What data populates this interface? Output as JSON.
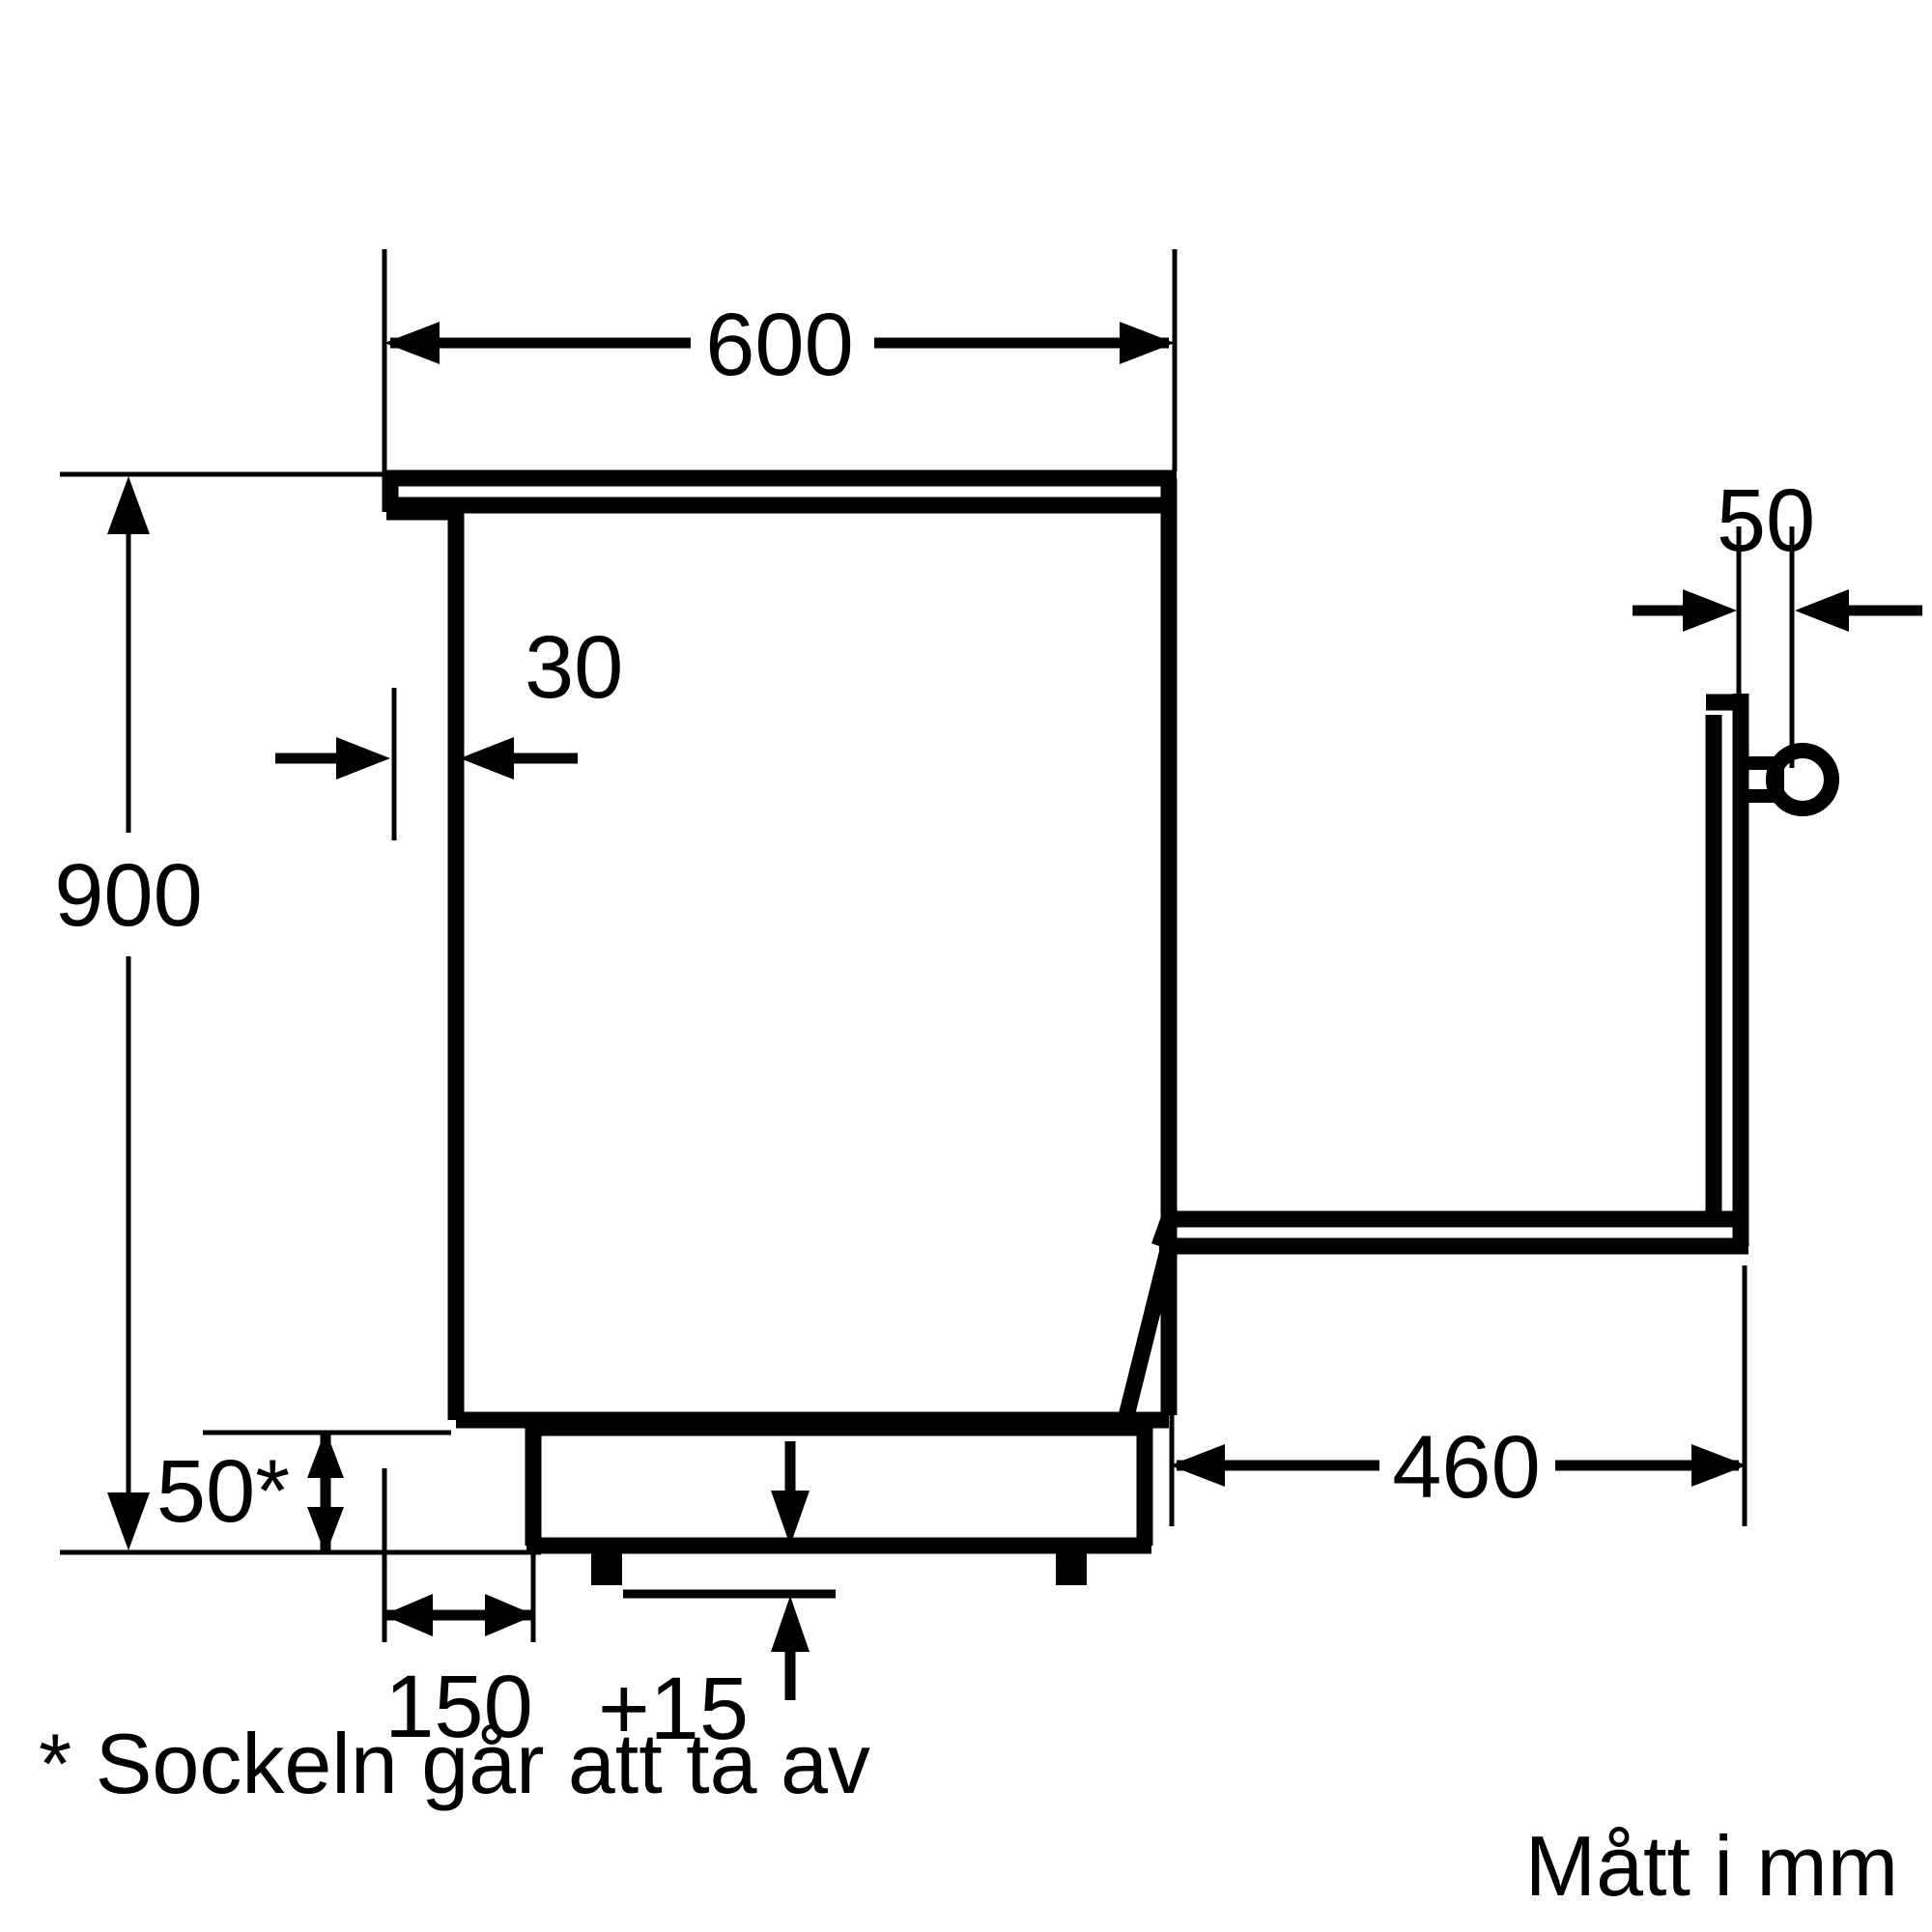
{
  "drawing": {
    "title": "Appliance installation dimension drawing",
    "units_note": "Mått i mm",
    "footnote": "* Sockeln går att ta av",
    "stroke_color": "#000000",
    "background_color": "#ffffff",
    "dimensions": {
      "width_top": "600",
      "height_total": "900",
      "left_offset": "30",
      "plinth_height": "50*",
      "plinth_setback": "150",
      "foot_adjust": "+15",
      "door_depth": "460",
      "handle_offset": "50"
    }
  },
  "chart_data": {
    "type": "table",
    "title": "Appliance installation dimension drawing",
    "categories": [
      "600",
      "900",
      "30",
      "50*",
      "150",
      "+15",
      "460",
      "50"
    ],
    "values": [
      600,
      900,
      30,
      50,
      150,
      15,
      460,
      50
    ],
    "xlabel": "",
    "ylabel": "",
    "annotations": [
      "* Sockeln går att ta av",
      "Mått i mm"
    ]
  }
}
